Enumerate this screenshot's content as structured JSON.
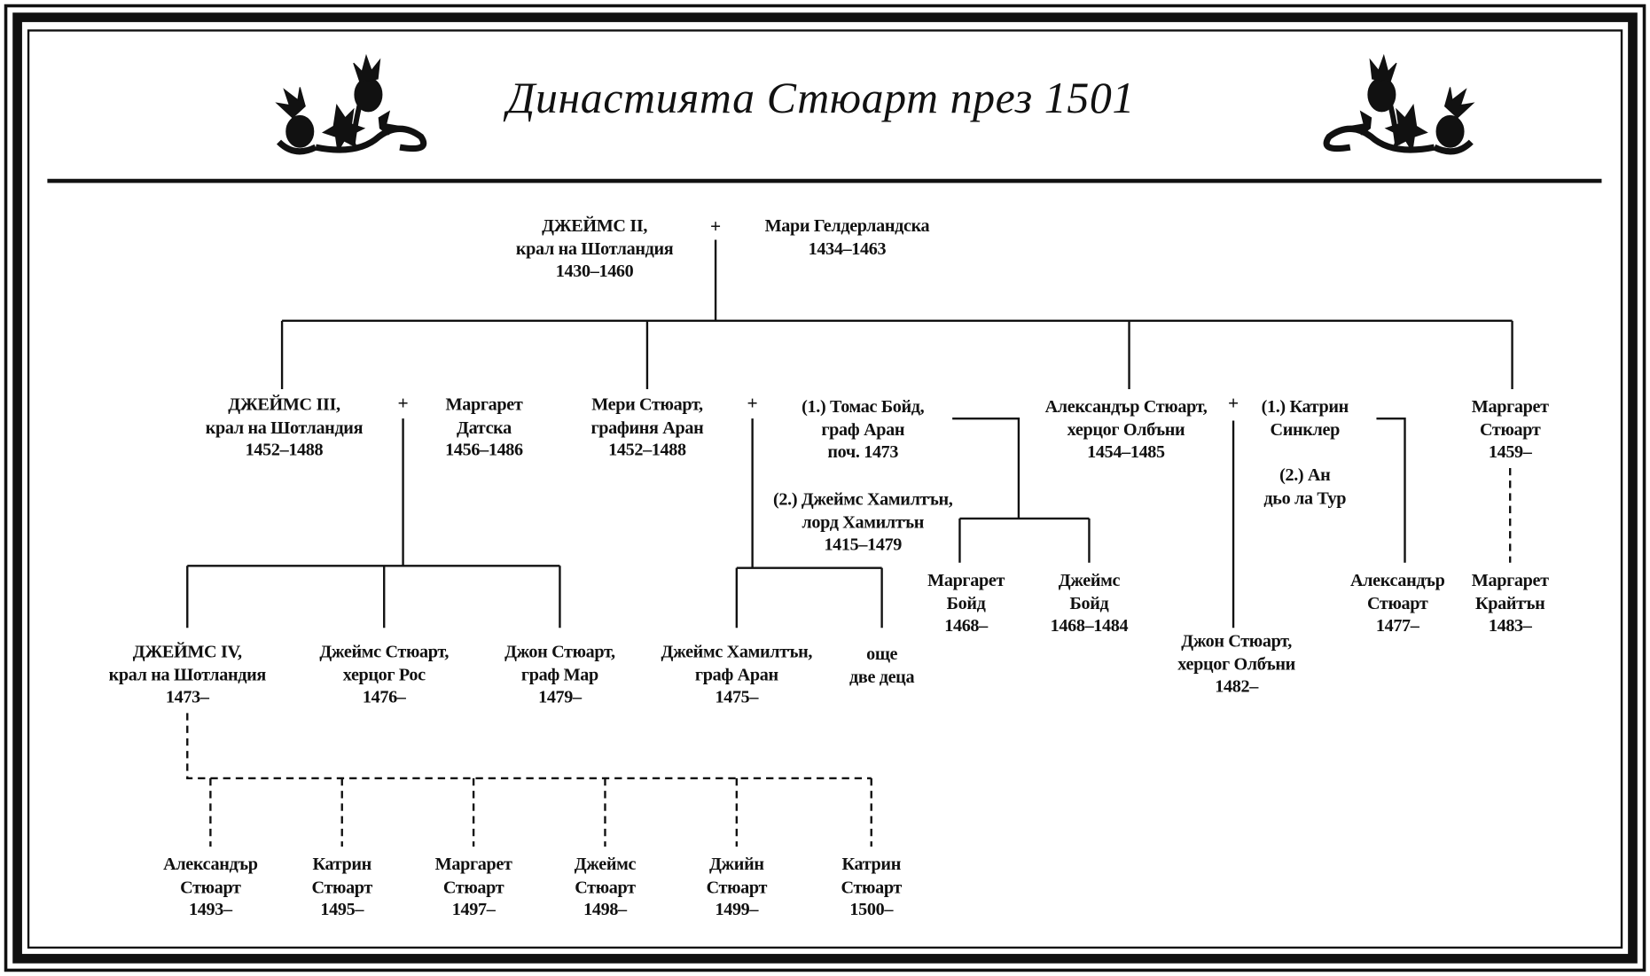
{
  "title": "Династията Стюарт през 1501",
  "icons": [
    "thistle-icon-left",
    "thistle-icon-right"
  ],
  "marriage_symbol": "+",
  "people": [
    {
      "id": "james2",
      "lines": [
        "ДЖЕЙМС II,",
        "крал на Шотландия",
        "1430–1460"
      ]
    },
    {
      "id": "mary_guelders",
      "lines": [
        "Мари Гелдерландска",
        "1434–1463"
      ]
    },
    {
      "id": "james3",
      "lines": [
        "ДЖЕЙМС III,",
        "крал на Шотландия",
        "1452–1488"
      ]
    },
    {
      "id": "margaret_denmark",
      "lines": [
        "Маргарет",
        "Датска",
        "1456–1486"
      ]
    },
    {
      "id": "mary_stewart",
      "lines": [
        "Мери Стюарт,",
        "графиня Аран",
        "1452–1488"
      ]
    },
    {
      "id": "thomas_boyd",
      "lines": [
        "(1.) Томас Бойд,",
        "граф  Аран",
        "поч. 1473"
      ]
    },
    {
      "id": "james_hamilton_lord",
      "lines": [
        "(2.) Джеймс Хамилтън,",
        "лорд Хамилтън",
        "1415–1479"
      ]
    },
    {
      "id": "alexander_albany",
      "lines": [
        "Александър Стюарт,",
        "херцог Олбъни",
        "1454–1485"
      ]
    },
    {
      "id": "catherine_sinclair",
      "lines": [
        "(1.) Катрин",
        "Синклер"
      ]
    },
    {
      "id": "anne_tour",
      "lines": [
        "(2.) Ан",
        "дьо ла Тур"
      ]
    },
    {
      "id": "margaret_stewart",
      "lines": [
        "Маргарет",
        "Стюарт",
        "1459–"
      ]
    },
    {
      "id": "margaret_boyd",
      "lines": [
        "Маргарет",
        "Бойд",
        "1468–"
      ]
    },
    {
      "id": "james_boyd",
      "lines": [
        "Джеймс",
        "Бойд",
        "1468–1484"
      ]
    },
    {
      "id": "john_albany",
      "lines": [
        "Джон Стюарт,",
        "херцог Олбъни",
        "1482–"
      ]
    },
    {
      "id": "alexander_stewart_1477",
      "lines": [
        "Александър",
        "Стюарт",
        "1477–"
      ]
    },
    {
      "id": "margaret_crichton",
      "lines": [
        "Маргарет",
        "Крайтън",
        "1483–"
      ]
    },
    {
      "id": "james4",
      "lines": [
        "ДЖЕЙМС IV,",
        "крал на Шотландия",
        "1473–"
      ]
    },
    {
      "id": "james_ross",
      "lines": [
        "Джеймс Стюарт,",
        "херцог Рос",
        "1476–"
      ]
    },
    {
      "id": "john_mar",
      "lines": [
        "Джон Стюарт,",
        "граф Мар",
        "1479–"
      ]
    },
    {
      "id": "james_hamilton_arran",
      "lines": [
        "Джеймс Хамилтън,",
        "граф Аран",
        "1475–"
      ]
    },
    {
      "id": "two_more_children",
      "lines": [
        "още",
        "две деца"
      ]
    },
    {
      "id": "c_alexander",
      "lines": [
        "Александър",
        "Стюарт",
        "1493–"
      ]
    },
    {
      "id": "c_catherine1",
      "lines": [
        "Катрин",
        "Стюарт",
        "1495–"
      ]
    },
    {
      "id": "c_margaret",
      "lines": [
        "Маргарет",
        "Стюарт",
        "1497–"
      ]
    },
    {
      "id": "c_james",
      "lines": [
        "Джеймс",
        "Стюарт",
        "1498–"
      ]
    },
    {
      "id": "c_jean",
      "lines": [
        "Джийн",
        "Стюарт",
        "1499–"
      ]
    },
    {
      "id": "c_catherine2",
      "lines": [
        "Катрин",
        "Стюарт",
        "1500–"
      ]
    }
  ]
}
